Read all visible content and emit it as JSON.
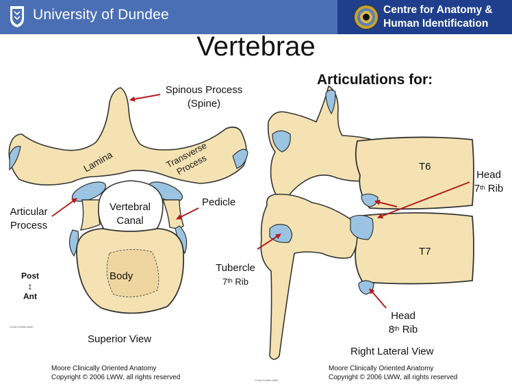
{
  "header": {
    "university": "University of Dundee",
    "centre_line1": "Centre for Anatomy &",
    "centre_line2": "Human Identification"
  },
  "title": "Vertebrae",
  "subtitle": "Articulations for:",
  "superior_view": {
    "spinous_line1": "Spinous Process",
    "spinous_line2": "(Spine)",
    "lamina": "Lamina",
    "transverse_line1": "Transverse",
    "transverse_line2": "Process",
    "articular_line1": "Articular",
    "articular_line2": "Process",
    "pedicle": "Pedicle",
    "canal_line1": "Vertebral",
    "canal_line2": "Canal",
    "body": "Body",
    "orientation_top": "Post",
    "orientation_bottom": "Ant",
    "orientation_arrow": "↕",
    "caption": "Superior View",
    "tiny_credit": "CO45 ©2006 LWW"
  },
  "lateral_view": {
    "t6": "T6",
    "t7": "T7",
    "head7_line1": "Head",
    "head7_num": "7",
    "head7_sup": "th",
    "head7_word": "Rib",
    "tubercle_line1": "Tubercle",
    "tubercle_num": "7",
    "tubercle_sup": "th",
    "tubercle_word": "Rib",
    "head8_line1": "Head",
    "head8_num": "8",
    "head8_sup": "th",
    "head8_word": "Rib",
    "caption": "Right Lateral View",
    "tiny_credit": "CO45 ©2006 LWW"
  },
  "credits": {
    "left_line1": "Moore Clinically Oriented Anatomy",
    "left_line2": "Copyright © 2006 LWW, all rights reserved",
    "right_line1": "Moore Clinically Oriented Anatomy",
    "right_line2": "Copyright © 2006 LWW, all rights reserved"
  },
  "colors": {
    "header_left": "#4a6fb5",
    "header_right": "#1f3f8c",
    "bone": "#f4e2b2",
    "cartilage": "#9ac4e2",
    "arrow": "#b51a1a"
  }
}
